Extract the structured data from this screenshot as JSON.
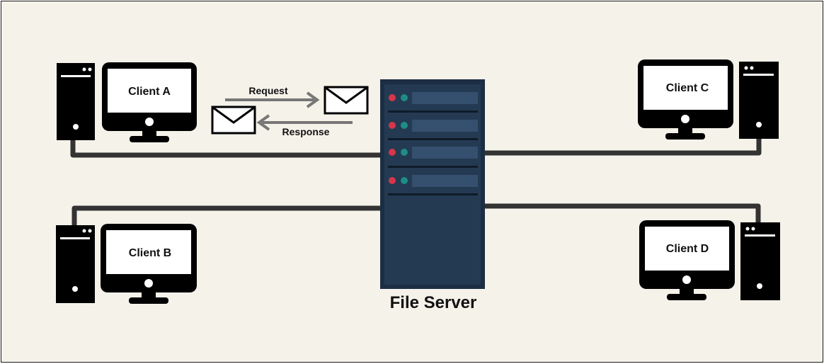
{
  "diagram": {
    "clients": {
      "a": {
        "label": "Client A"
      },
      "b": {
        "label": "Client B"
      },
      "c": {
        "label": "Client C"
      },
      "d": {
        "label": "Client D"
      }
    },
    "server": {
      "label": "File Server"
    },
    "messages": {
      "request": "Request",
      "response": "Response"
    }
  },
  "colors": {
    "background": "#f5f2ea",
    "cable": "#333333",
    "server_body": "#243a52",
    "server_slot": "#34506e",
    "led_red": "#d6364a",
    "led_teal": "#1e8c87",
    "arrow": "#777777"
  }
}
